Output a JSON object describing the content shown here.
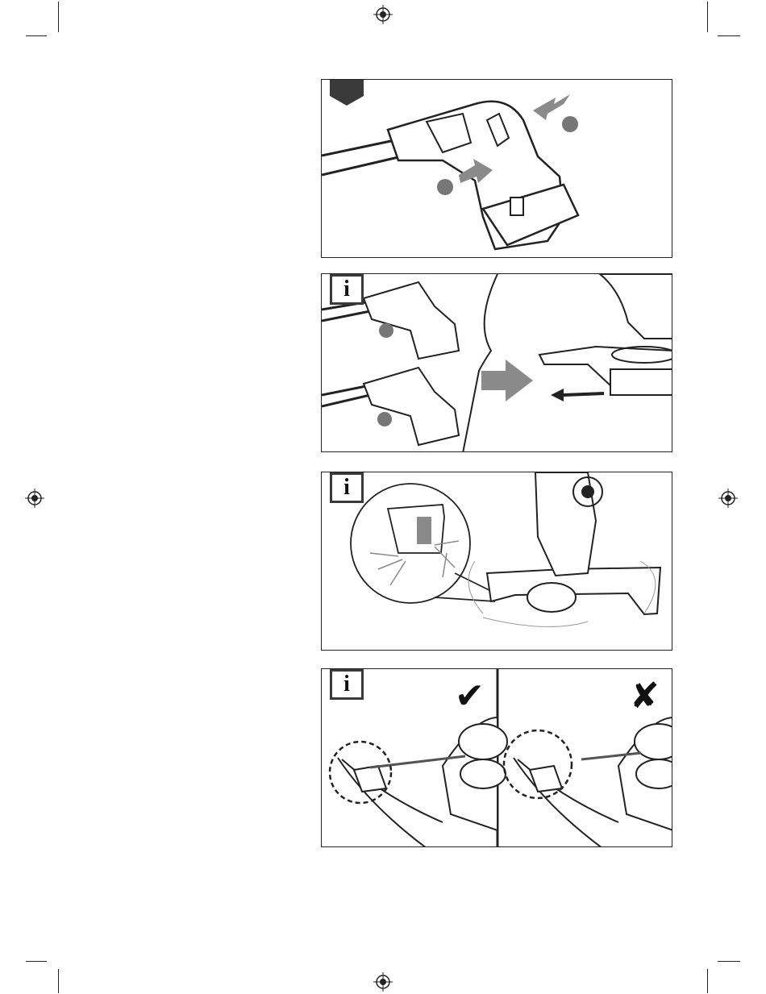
{
  "page": {
    "background": "#ffffff",
    "line_color": "#222222",
    "badge_color": "#3a3a3a",
    "arrow_gray": "#8a8a8a"
  },
  "panels": [
    {
      "id": "step-attach-battery",
      "badge": "pentagon-marker",
      "badge_text": ""
    },
    {
      "id": "info-remove-battery-and-fit-guard",
      "badge": "info-icon",
      "badge_text": "i"
    },
    {
      "id": "info-guard-click-in",
      "badge": "info-icon",
      "badge_text": "i"
    },
    {
      "id": "info-correct-vs-incorrect-line",
      "badge": "info-icon",
      "badge_text": "i",
      "marks": {
        "correct": "✔",
        "incorrect": "✘"
      }
    }
  ]
}
